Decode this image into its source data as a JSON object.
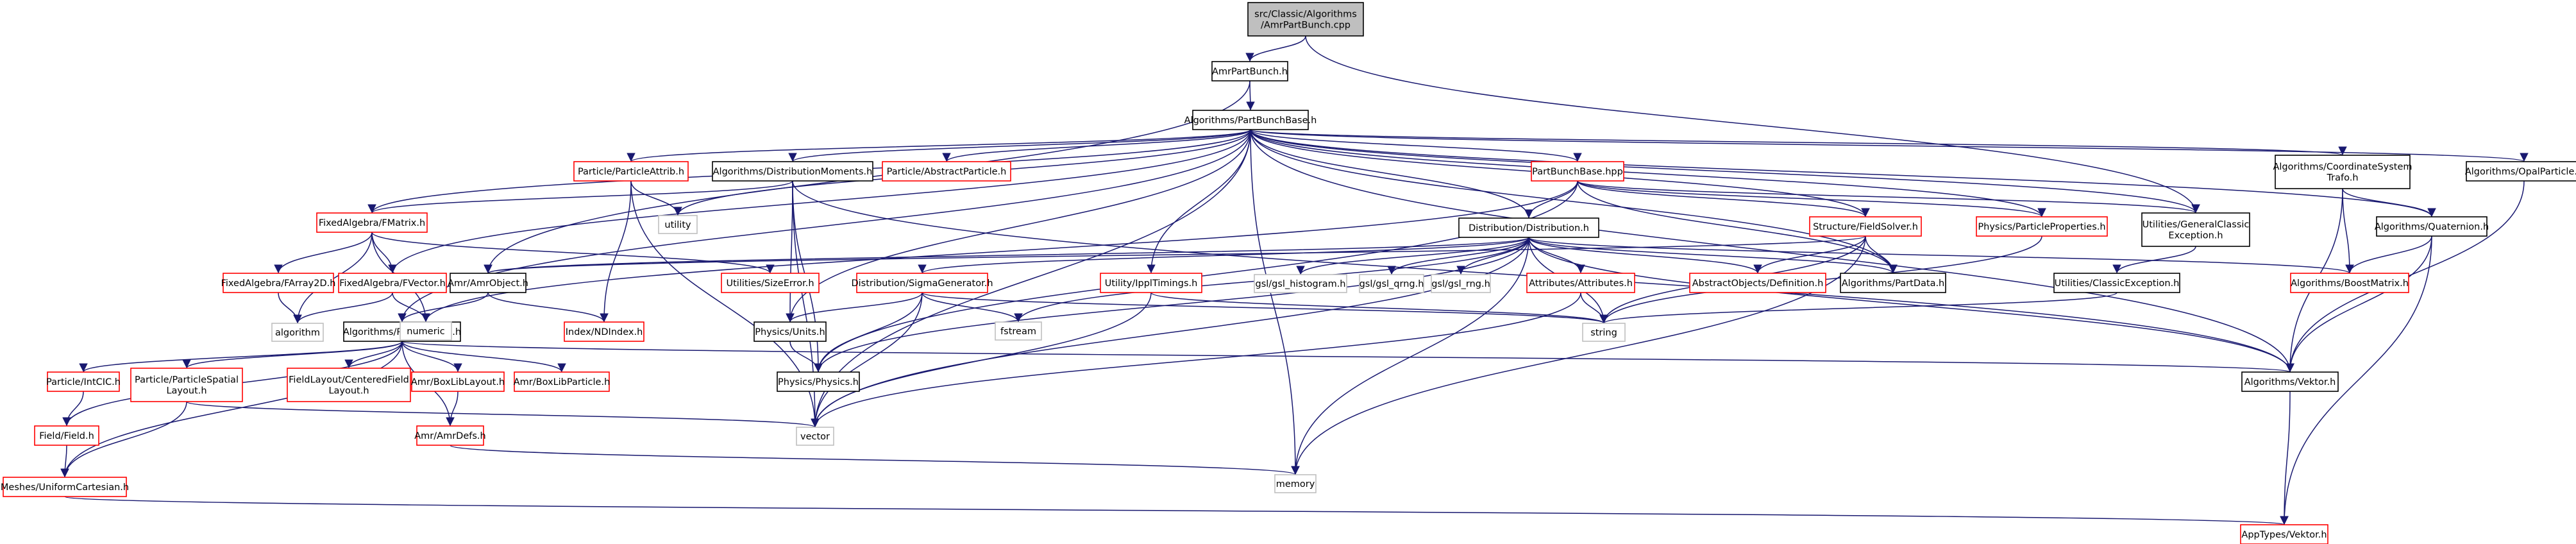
{
  "colors": {
    "box_border_black": "#000000",
    "box_border_red": "#ff0000",
    "box_border_gray": "#bfbfbf",
    "root_fill": "#bfbfbf",
    "text_black": "#000000",
    "text_red": "#ff0000",
    "edge": "#191970",
    "edge_dark": "#2a2a80"
  },
  "nodes": [
    {
      "id": "root",
      "label": "src/Classic/Algorithms\n/AmrPartBunch.cpp",
      "style": "root"
    },
    {
      "id": "amrpartbunch",
      "label": "AmrPartBunch.h",
      "style": "black"
    },
    {
      "id": "partbunchbase",
      "label": "Algorithms/PartBunchBase.h",
      "style": "black"
    },
    {
      "id": "amrobject",
      "label": "Amr/AmrObject.h",
      "style": "black"
    },
    {
      "id": "pbunchdefs",
      "label": "Algorithms/PBunchDefs.h",
      "style": "black"
    },
    {
      "id": "partattrib",
      "label": "Particle/ParticleAttrib.h",
      "style": "red"
    },
    {
      "id": "distmoments",
      "label": "Algorithms/DistributionMoments.h",
      "style": "black"
    },
    {
      "id": "abstractparticle",
      "label": "Particle/AbstractParticle.h",
      "style": "red"
    },
    {
      "id": "partbunchbasehpp",
      "label": "PartBunchBase.hpp",
      "style": "red"
    },
    {
      "id": "coordtrafo",
      "label": "Algorithms/CoordinateSystem\nTrafo.h",
      "style": "black"
    },
    {
      "id": "opalparticle",
      "label": "Algorithms/OpalParticle.h",
      "style": "black"
    },
    {
      "id": "fmatrix",
      "label": "FixedAlgebra/FMatrix.h",
      "style": "red"
    },
    {
      "id": "utility",
      "label": "utility",
      "style": "gray"
    },
    {
      "id": "distribution",
      "label": "Distribution/Distribution.h",
      "style": "black"
    },
    {
      "id": "fieldsolver",
      "label": "Structure/FieldSolver.h",
      "style": "red"
    },
    {
      "id": "physpartprop",
      "label": "Physics/ParticleProperties.h",
      "style": "red"
    },
    {
      "id": "genclassicexc",
      "label": "Utilities/GeneralClassic\nException.h",
      "style": "black"
    },
    {
      "id": "quaternion",
      "label": "Algorithms/Quaternion.h",
      "style": "black"
    },
    {
      "id": "farray2d",
      "label": "FixedAlgebra/FArray2D.h",
      "style": "red"
    },
    {
      "id": "fvector",
      "label": "FixedAlgebra/FVector.h",
      "style": "red"
    },
    {
      "id": "sizeerror",
      "label": "Utilities/SizeError.h",
      "style": "red"
    },
    {
      "id": "sigmagen",
      "label": "Distribution/SigmaGenerator.h",
      "style": "red"
    },
    {
      "id": "ipplTimings",
      "label": "Utility/IpplTimings.h",
      "style": "red"
    },
    {
      "id": "gslhist",
      "label": "gsl/gsl_histogram.h",
      "style": "gray"
    },
    {
      "id": "gslqrng",
      "label": "gsl/gsl_qrng.h",
      "style": "gray"
    },
    {
      "id": "gslrng",
      "label": "gsl/gsl_rng.h",
      "style": "gray"
    },
    {
      "id": "attributes",
      "label": "Attributes/Attributes.h",
      "style": "red"
    },
    {
      "id": "abstractdef",
      "label": "AbstractObjects/Definition.h",
      "style": "red"
    },
    {
      "id": "partdata",
      "label": "Algorithms/PartData.h",
      "style": "black"
    },
    {
      "id": "classicexc",
      "label": "Utilities/ClassicException.h",
      "style": "black"
    },
    {
      "id": "boostmatrix",
      "label": "Algorithms/BoostMatrix.h",
      "style": "red"
    },
    {
      "id": "algorithm",
      "label": "algorithm",
      "style": "gray"
    },
    {
      "id": "numeric",
      "label": "numeric",
      "style": "gray"
    },
    {
      "id": "ndindex",
      "label": "Index/NDIndex.h",
      "style": "red"
    },
    {
      "id": "physunits",
      "label": "Physics/Units.h",
      "style": "black"
    },
    {
      "id": "fstream",
      "label": "fstream",
      "style": "gray"
    },
    {
      "id": "string",
      "label": "string",
      "style": "gray"
    },
    {
      "id": "partintcic",
      "label": "Particle/IntCIC.h",
      "style": "red"
    },
    {
      "id": "partspatial",
      "label": "Particle/ParticleSpatial\nLayout.h",
      "style": "red"
    },
    {
      "id": "centeredfield",
      "label": "FieldLayout/CenteredField\nLayout.h",
      "style": "red"
    },
    {
      "id": "amrboxliblayout",
      "label": "Amr/BoxLibLayout.h",
      "style": "red"
    },
    {
      "id": "amrboxlibparticle",
      "label": "Amr/BoxLibParticle.h",
      "style": "red"
    },
    {
      "id": "physphysics",
      "label": "Physics/Physics.h",
      "style": "black"
    },
    {
      "id": "vektor",
      "label": "Algorithms/Vektor.h",
      "style": "black"
    },
    {
      "id": "fieldfield",
      "label": "Field/Field.h",
      "style": "red"
    },
    {
      "id": "amrdefs",
      "label": "Amr/AmrDefs.h",
      "style": "red"
    },
    {
      "id": "vector",
      "label": "vector",
      "style": "gray"
    },
    {
      "id": "memory",
      "label": "memory",
      "style": "gray"
    },
    {
      "id": "meshes",
      "label": "Meshes/UniformCartesian.h",
      "style": "red"
    },
    {
      "id": "apptypesvektor",
      "label": "AppTypes/Vektor.h",
      "style": "red"
    }
  ],
  "edges": [
    [
      "root",
      "amrpartbunch"
    ],
    [
      "root",
      "genclassicexc"
    ],
    [
      "amrpartbunch",
      "partbunchbase"
    ],
    [
      "amrpartbunch",
      "amrobject"
    ],
    [
      "partbunchbase",
      "partattrib"
    ],
    [
      "partbunchbase",
      "distmoments"
    ],
    [
      "partbunchbase",
      "abstractparticle"
    ],
    [
      "partbunchbase",
      "partbunchbasehpp"
    ],
    [
      "partbunchbase",
      "coordtrafo"
    ],
    [
      "partbunchbase",
      "opalparticle"
    ],
    [
      "partbunchbase",
      "fmatrix"
    ],
    [
      "partbunchbase",
      "utility"
    ],
    [
      "partbunchbase",
      "distribution"
    ],
    [
      "partbunchbase",
      "fieldsolver"
    ],
    [
      "partbunchbase",
      "physpartprop"
    ],
    [
      "partbunchbase",
      "genclassicexc"
    ],
    [
      "partbunchbase",
      "quaternion"
    ],
    [
      "partbunchbase",
      "fvector"
    ],
    [
      "partbunchbase",
      "pbunchdefs"
    ],
    [
      "partbunchbase",
      "ipplTimings"
    ],
    [
      "partbunchbase",
      "physunits"
    ],
    [
      "partbunchbase",
      "vektor"
    ],
    [
      "partbunchbase",
      "vector"
    ],
    [
      "partbunchbase",
      "memory"
    ],
    [
      "partbunchbase",
      "partdata"
    ],
    [
      "partattrib",
      "utility"
    ],
    [
      "partattrib",
      "ndindex"
    ],
    [
      "partattrib",
      "vector"
    ],
    [
      "distmoments",
      "fmatrix"
    ],
    [
      "distmoments",
      "physunits"
    ],
    [
      "distmoments",
      "physphysics"
    ],
    [
      "distmoments",
      "vector"
    ],
    [
      "distmoments",
      "vektor"
    ],
    [
      "partbunchbasehpp",
      "distribution"
    ],
    [
      "partbunchbasehpp",
      "fieldsolver"
    ],
    [
      "partbunchbasehpp",
      "physpartprop"
    ],
    [
      "partbunchbasehpp",
      "genclassicexc"
    ],
    [
      "partbunchbasehpp",
      "physphysics"
    ],
    [
      "partbunchbasehpp",
      "numeric"
    ],
    [
      "partbunchbasehpp",
      "partdata"
    ],
    [
      "coordtrafo",
      "quaternion"
    ],
    [
      "coordtrafo",
      "boostmatrix"
    ],
    [
      "coordtrafo",
      "vektor"
    ],
    [
      "opalparticle",
      "vektor"
    ],
    [
      "fmatrix",
      "farray2d"
    ],
    [
      "fmatrix",
      "fvector"
    ],
    [
      "fmatrix",
      "sizeerror"
    ],
    [
      "fmatrix",
      "algorithm"
    ],
    [
      "fmatrix",
      "numeric"
    ],
    [
      "farray2d",
      "algorithm"
    ],
    [
      "fvector",
      "algorithm"
    ],
    [
      "fvector",
      "numeric"
    ],
    [
      "distribution",
      "sigmagen"
    ],
    [
      "distribution",
      "gslhist"
    ],
    [
      "distribution",
      "gslqrng"
    ],
    [
      "distribution",
      "gslrng"
    ],
    [
      "distribution",
      "attributes"
    ],
    [
      "distribution",
      "abstractdef"
    ],
    [
      "distribution",
      "partdata"
    ],
    [
      "distribution",
      "boostmatrix"
    ],
    [
      "distribution",
      "string"
    ],
    [
      "distribution",
      "fstream"
    ],
    [
      "distribution",
      "vector"
    ],
    [
      "distribution",
      "vektor"
    ],
    [
      "distribution",
      "memory"
    ],
    [
      "distribution",
      "physphysics"
    ],
    [
      "distribution",
      "amrobject"
    ],
    [
      "fieldsolver",
      "abstractdef"
    ],
    [
      "fieldsolver",
      "partdata"
    ],
    [
      "fieldsolver",
      "string"
    ],
    [
      "fieldsolver",
      "memory"
    ],
    [
      "fieldsolver",
      "amrobject"
    ],
    [
      "physpartprop",
      "string"
    ],
    [
      "genclassicexc",
      "classicexc"
    ],
    [
      "classicexc",
      "string"
    ],
    [
      "quaternion",
      "boostmatrix"
    ],
    [
      "quaternion",
      "vektor"
    ],
    [
      "quaternion",
      "apptypesvektor"
    ],
    [
      "sigmagen",
      "physunits"
    ],
    [
      "sigmagen",
      "physphysics"
    ],
    [
      "sigmagen",
      "vector"
    ],
    [
      "sigmagen",
      "string"
    ],
    [
      "sigmagen",
      "fstream"
    ],
    [
      "ipplTimings",
      "vector"
    ],
    [
      "ipplTimings",
      "string"
    ],
    [
      "attributes",
      "string"
    ],
    [
      "attributes",
      "vector"
    ],
    [
      "amrobject",
      "pbunchdefs"
    ],
    [
      "amrobject",
      "ndindex"
    ],
    [
      "physunits",
      "physphysics"
    ],
    [
      "pbunchdefs",
      "partintcic"
    ],
    [
      "pbunchdefs",
      "partspatial"
    ],
    [
      "pbunchdefs",
      "centeredfield"
    ],
    [
      "pbunchdefs",
      "amrboxliblayout"
    ],
    [
      "pbunchdefs",
      "amrboxlibparticle"
    ],
    [
      "pbunchdefs",
      "vektor"
    ],
    [
      "pbunchdefs",
      "fieldfield"
    ],
    [
      "pbunchdefs",
      "amrdefs"
    ],
    [
      "pbunchdefs",
      "meshes"
    ],
    [
      "partintcic",
      "fieldfield"
    ],
    [
      "partspatial",
      "vector"
    ],
    [
      "partspatial",
      "meshes"
    ],
    [
      "amrboxliblayout",
      "amrdefs"
    ],
    [
      "amrdefs",
      "memory"
    ],
    [
      "fieldfield",
      "meshes"
    ],
    [
      "meshes",
      "apptypesvektor"
    ],
    [
      "vektor",
      "apptypesvektor"
    ]
  ]
}
